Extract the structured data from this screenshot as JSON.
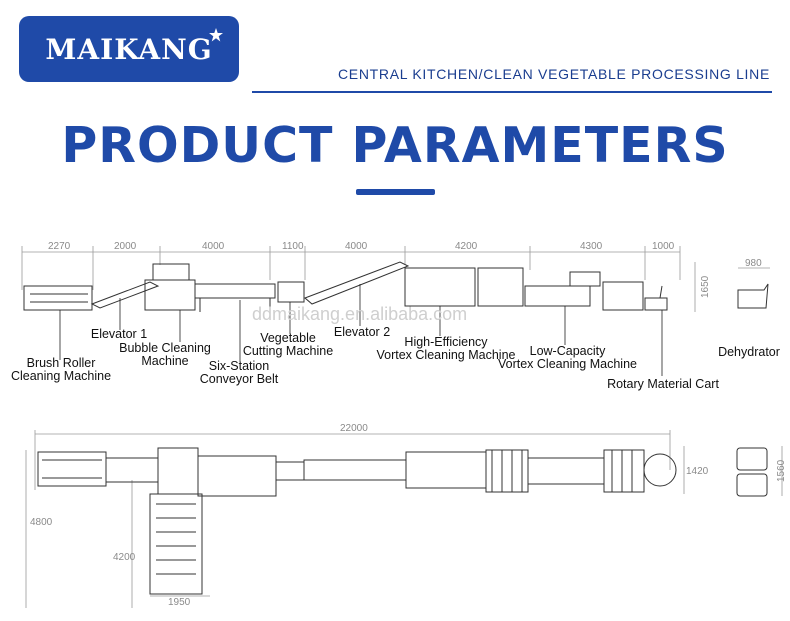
{
  "brand": {
    "name": "MAIKANG",
    "color": "#1f4aa8"
  },
  "header": {
    "subtitle": "CENTRAL KITCHEN/CLEAN VEGETABLE PROCESSING LINE"
  },
  "title": "PRODUCT PARAMETERS",
  "watermark": "ddmaikang.en.alibaba.com",
  "top_dimensions": [
    "2270",
    "2000",
    "4000",
    "1100",
    "4000",
    "4200",
    "4300",
    "1000",
    "980"
  ],
  "height_dims": {
    "line": "1650"
  },
  "machines": {
    "brush_roller": "Brush Roller\nCleaning Machine",
    "elevator1": "Elevator 1",
    "bubble": "Bubble Cleaning\nMachine",
    "six_station": "Six-Station\nConveyor Belt",
    "vegetable_cutting": "Vegetable\nCutting Machine",
    "elevator2": "Elevator 2",
    "high_eff": "High-Efficiency\nVortex Cleaning Machine",
    "low_cap": "Low-Capacity\nVortex Cleaning Machine",
    "rotary_cart": "Rotary Material Cart",
    "dehydrator": "Dehydrator"
  },
  "plan_dims": {
    "total_length": "22000",
    "width_right": "1420",
    "dehydrator_width": "1560",
    "left_height": "4800",
    "stair_height": "4200",
    "stair_width": "1950"
  }
}
